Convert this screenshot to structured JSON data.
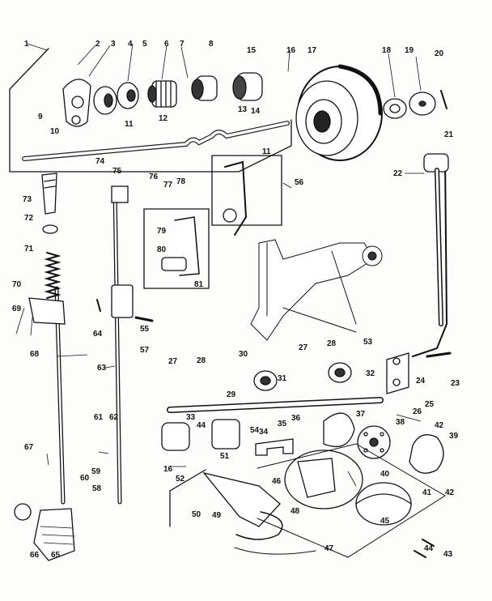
{
  "diagram": {
    "labels": [
      "1",
      "2",
      "3",
      "4",
      "5",
      "6",
      "7",
      "8",
      "9",
      "10",
      "11",
      "12",
      "13",
      "14",
      "15",
      "16",
      "17",
      "18",
      "19",
      "20",
      "21",
      "22",
      "23",
      "24",
      "25",
      "26",
      "27",
      "28",
      "29",
      "30",
      "31",
      "32",
      "33",
      "34",
      "35",
      "36",
      "37",
      "38",
      "39",
      "40",
      "41",
      "42",
      "43",
      "44",
      "45",
      "46",
      "47",
      "48",
      "49",
      "50",
      "51",
      "52",
      "53",
      "54",
      "55",
      "56",
      "57",
      "58",
      "59",
      "60",
      "61",
      "62",
      "63",
      "64",
      "65",
      "66",
      "67",
      "68",
      "69",
      "70",
      "71",
      "72",
      "73",
      "74",
      "75",
      "76",
      "77",
      "78",
      "79",
      "80",
      "81",
      "11b",
      "27b",
      "28b",
      "42b",
      "44b",
      "16b"
    ],
    "label_text": {
      "1": "1",
      "2": "2",
      "3": "3",
      "4": "4",
      "5": "5",
      "6": "6",
      "7": "7",
      "8": "8",
      "9": "9",
      "10": "10",
      "11": "11",
      "12": "12",
      "13": "13",
      "14": "14",
      "15": "15",
      "16": "16",
      "17": "17",
      "18": "18",
      "19": "19",
      "20": "20",
      "21": "21",
      "22": "22",
      "23": "23",
      "24": "24",
      "25": "25",
      "26": "26",
      "27": "27",
      "28": "28",
      "29": "29",
      "30": "30",
      "31": "31",
      "32": "32",
      "33": "33",
      "34": "34",
      "35": "35",
      "36": "36",
      "37": "37",
      "38": "38",
      "39": "39",
      "40": "40",
      "41": "41",
      "42": "42",
      "43": "43",
      "44": "44",
      "45": "45",
      "46": "46",
      "47": "47",
      "48": "48",
      "49": "49",
      "50": "50",
      "51": "51",
      "52": "52",
      "53": "53",
      "54": "54",
      "55": "55",
      "56": "56",
      "57": "57",
      "58": "58",
      "59": "59",
      "60": "60",
      "61": "61",
      "62": "62",
      "63": "63",
      "64": "64",
      "65": "65",
      "66": "66",
      "67": "67",
      "68": "68",
      "69": "69",
      "70": "70",
      "71": "71",
      "72": "72",
      "73": "73",
      "74": "74",
      "75": "75",
      "76": "76",
      "77": "77",
      "78": "78",
      "79": "79",
      "80": "80",
      "81": "81",
      "11b": "11",
      "27b": "27",
      "28b": "28",
      "42b": "42",
      "44b": "44",
      "16b": "16"
    },
    "colors": {
      "ink": "#111111",
      "paper": "#fdfdfb",
      "shade": "#555555"
    }
  }
}
